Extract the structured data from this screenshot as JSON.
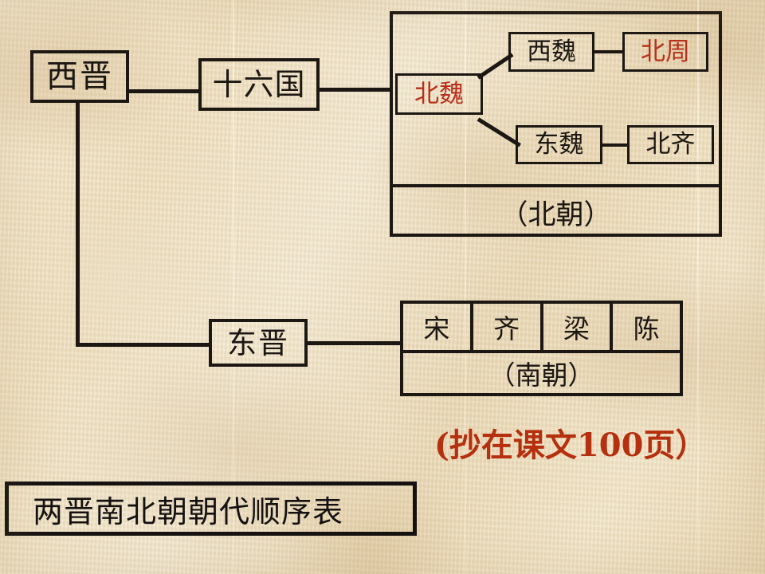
{
  "page": {
    "title": "两晋南北朝朝代顺序表",
    "background_color": "#efe0c2",
    "ink_color": "#1c1713",
    "accent_red": "#b8301b",
    "note_red": "#b5300f"
  },
  "nodes": {
    "western_jin": "西晋",
    "sixteen_kingdoms": "十六国",
    "eastern_jin": "东晋",
    "northern_wei": "北魏",
    "western_wei": "西魏",
    "northern_zhou": "北周",
    "eastern_wei": "东魏",
    "northern_qi": "北齐"
  },
  "north_group": {
    "label": "（北朝）"
  },
  "south_group": {
    "columns": [
      "宋",
      "齐",
      "梁",
      "陈"
    ],
    "label": "（南朝）"
  },
  "note": "(抄在课文100页）",
  "caption": "两晋南北朝朝代顺序表",
  "chart_data": {
    "type": "diagram",
    "title": "两晋南北朝朝代顺序表",
    "description": "Dynastic succession chart of the Two Jins and the Northern & Southern Dynasties",
    "nodes": [
      {
        "id": "western_jin",
        "label": "西晋",
        "color": "#1c1713"
      },
      {
        "id": "sixteen_kingdoms",
        "label": "十六国",
        "color": "#1c1713"
      },
      {
        "id": "eastern_jin",
        "label": "东晋",
        "color": "#1c1713"
      },
      {
        "id": "northern_wei",
        "label": "北魏",
        "color": "#b8301b"
      },
      {
        "id": "western_wei",
        "label": "西魏",
        "color": "#1c1713"
      },
      {
        "id": "northern_zhou",
        "label": "北周",
        "color": "#b8301b"
      },
      {
        "id": "eastern_wei",
        "label": "东魏",
        "color": "#1c1713"
      },
      {
        "id": "northern_qi",
        "label": "北齐",
        "color": "#1c1713"
      },
      {
        "id": "song",
        "label": "宋",
        "color": "#1c1713"
      },
      {
        "id": "qi",
        "label": "齐",
        "color": "#1c1713"
      },
      {
        "id": "liang",
        "label": "梁",
        "color": "#1c1713"
      },
      {
        "id": "chen",
        "label": "陈",
        "color": "#1c1713"
      }
    ],
    "groups": [
      {
        "label": "（北朝）",
        "members": [
          "northern_wei",
          "western_wei",
          "northern_zhou",
          "eastern_wei",
          "northern_qi"
        ]
      },
      {
        "label": "（南朝）",
        "members": [
          "song",
          "qi",
          "liang",
          "chen"
        ]
      }
    ],
    "edges": [
      {
        "from": "western_jin",
        "to": "sixteen_kingdoms"
      },
      {
        "from": "sixteen_kingdoms",
        "to": "northern_wei"
      },
      {
        "from": "western_jin",
        "to": "eastern_jin"
      },
      {
        "from": "eastern_jin",
        "to": "song"
      },
      {
        "from": "northern_wei",
        "to": "western_wei"
      },
      {
        "from": "western_wei",
        "to": "northern_zhou"
      },
      {
        "from": "northern_wei",
        "to": "eastern_wei"
      },
      {
        "from": "eastern_wei",
        "to": "northern_qi"
      }
    ]
  }
}
